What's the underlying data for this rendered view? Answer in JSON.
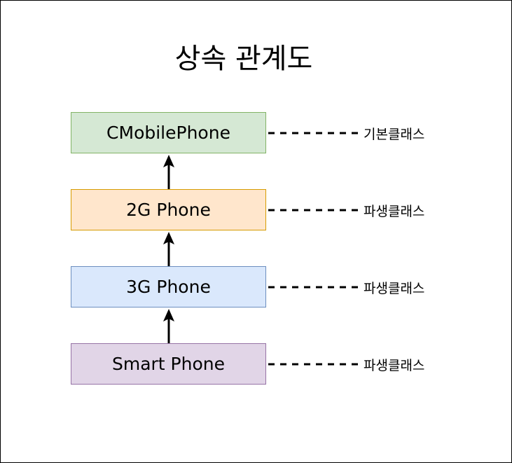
{
  "diagram": {
    "title": "상속 관계도",
    "nodes": [
      {
        "id": "cmobilephone",
        "label": "CMobilePhone",
        "role": "기본클래스",
        "fill": "#d5e8d4",
        "stroke": "#82b366"
      },
      {
        "id": "2g-phone",
        "label": "2G Phone",
        "role": "파생클래스",
        "fill": "#ffe6cc",
        "stroke": "#d79b00"
      },
      {
        "id": "3g-phone",
        "label": "3G Phone",
        "role": "파생클래스",
        "fill": "#dae8fc",
        "stroke": "#6c8ebf"
      },
      {
        "id": "smart-phone",
        "label": "Smart Phone",
        "role": "파생클래스",
        "fill": "#e1d5e7",
        "stroke": "#9673a6"
      }
    ],
    "edges": [
      {
        "from": "2g-phone",
        "to": "cmobilephone"
      },
      {
        "from": "3g-phone",
        "to": "2g-phone"
      },
      {
        "from": "smart-phone",
        "to": "3g-phone"
      }
    ]
  }
}
